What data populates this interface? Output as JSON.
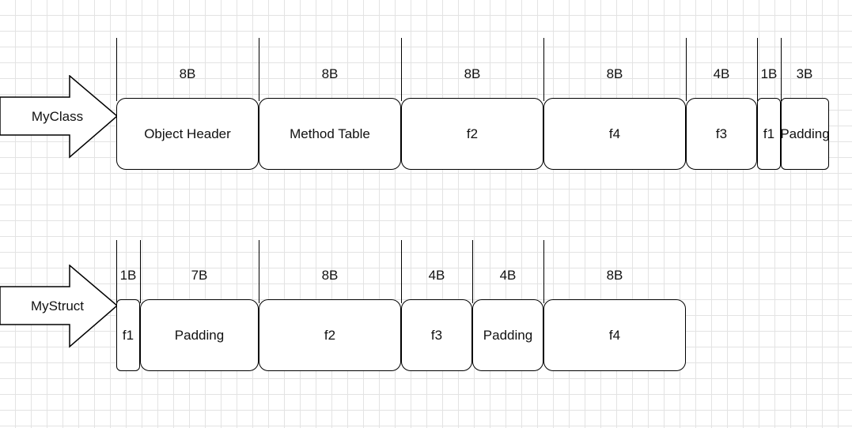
{
  "rows": [
    {
      "label": "MyClass",
      "cells": [
        {
          "name": "Object Header",
          "size": "8B"
        },
        {
          "name": "Method Table",
          "size": "8B"
        },
        {
          "name": "f2",
          "size": "8B"
        },
        {
          "name": "f4",
          "size": "8B"
        },
        {
          "name": "f3",
          "size": "4B"
        },
        {
          "name": "f1",
          "size": "1B"
        },
        {
          "name": "Padding",
          "size": "3B"
        }
      ]
    },
    {
      "label": "MyStruct",
      "cells": [
        {
          "name": "f1",
          "size": "1B"
        },
        {
          "name": "Padding",
          "size": "7B"
        },
        {
          "name": "f2",
          "size": "8B"
        },
        {
          "name": "f3",
          "size": "4B"
        },
        {
          "name": "Padding",
          "size": "4B"
        },
        {
          "name": "f4",
          "size": "8B"
        }
      ]
    }
  ],
  "colors": {
    "stroke": "#000000",
    "grid": "#e3e3e3",
    "fill": "#ffffff"
  }
}
